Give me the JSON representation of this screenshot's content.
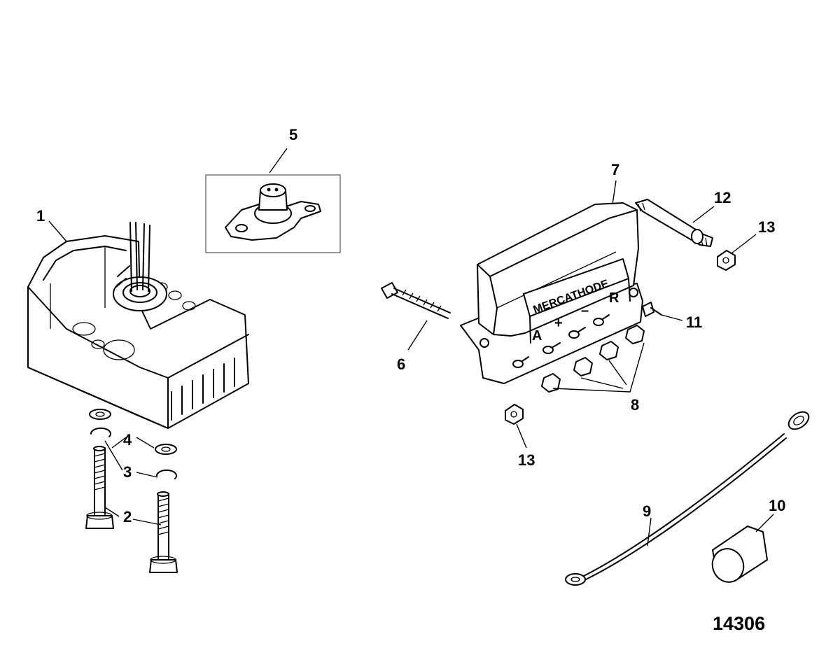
{
  "callouts": {
    "c1": "1",
    "c2": "2",
    "c3": "3",
    "c4": "4",
    "c5": "5",
    "c6": "6",
    "c7": "7",
    "c8": "8",
    "c9": "9",
    "c10": "10",
    "c11": "11",
    "c12": "12",
    "c13a": "13",
    "c13b": "13"
  },
  "module": {
    "brand": "MERCATHODE",
    "terminals": [
      "A",
      "+",
      "–",
      "R"
    ]
  },
  "drawing_id": "14306"
}
